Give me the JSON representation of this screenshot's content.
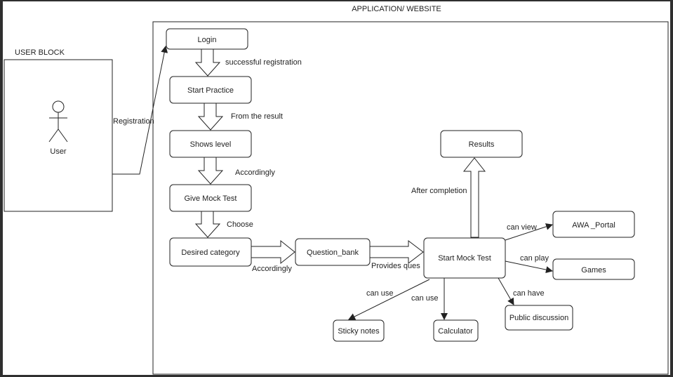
{
  "title": "APPLICATION/ WEBSITE",
  "user_block": {
    "label": "USER BLOCK",
    "actor_label": "User",
    "registration_label": "Registration"
  },
  "nodes": {
    "login": "Login",
    "start_practice": "Start Practice",
    "shows_level": "Shows level",
    "give_mock_test": "Give Mock Test",
    "desired_category": "Desired category",
    "question_bank": "Question_bank",
    "start_mock_test": "Start Mock Test",
    "results": "Results",
    "awa_portal": "AWA _Portal",
    "games": "Games",
    "public_discussion": "Public discussion",
    "sticky_notes": "Sticky notes",
    "calculator": "Calculator"
  },
  "edge_labels": {
    "successful_registration": "successful registration",
    "from_the_result": "From the result",
    "accordingly_1": "Accordingly",
    "choose": "Choose",
    "accordingly_2": "Accordingly",
    "provides_ques": "Provides ques",
    "after_completion": "After completion",
    "can_view": "can view",
    "can_play": "can play",
    "can_have": "can have",
    "can_use_1": "can use",
    "can_use_2": "can use"
  }
}
